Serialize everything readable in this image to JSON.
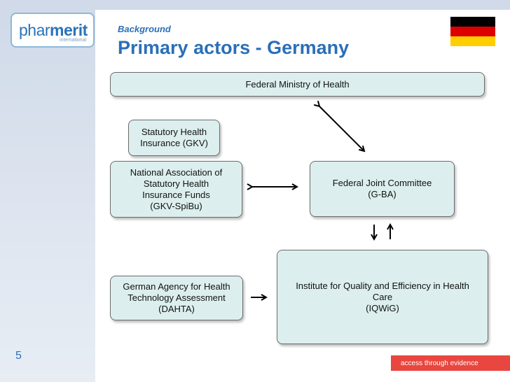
{
  "header": {
    "logo": {
      "brand_light": "phar",
      "brand_bold": "merit",
      "sub": "international"
    },
    "section": "Background",
    "title": "Primary actors - Germany"
  },
  "flag": {
    "colors": [
      "#000000",
      "#dd0000",
      "#ffce00"
    ]
  },
  "diagram": {
    "nodes": {
      "bmg": "Federal Ministry of Health",
      "gkv": "Statutory Health\nInsurance (GKV)",
      "spibu": "National Association of\nStatutory Health\nInsurance Funds\n(GKV-SpiBu)",
      "gba": "Federal Joint Committee\n(G-BA)",
      "dahta": "German Agency for Health\nTechnology Assessment\n(DAHTA)",
      "iqwig": "Institute for Quality and Efficiency in Health\nCare\n(IQWiG)"
    }
  },
  "footer": {
    "page_number": "5",
    "tagline": "access through evidence"
  }
}
